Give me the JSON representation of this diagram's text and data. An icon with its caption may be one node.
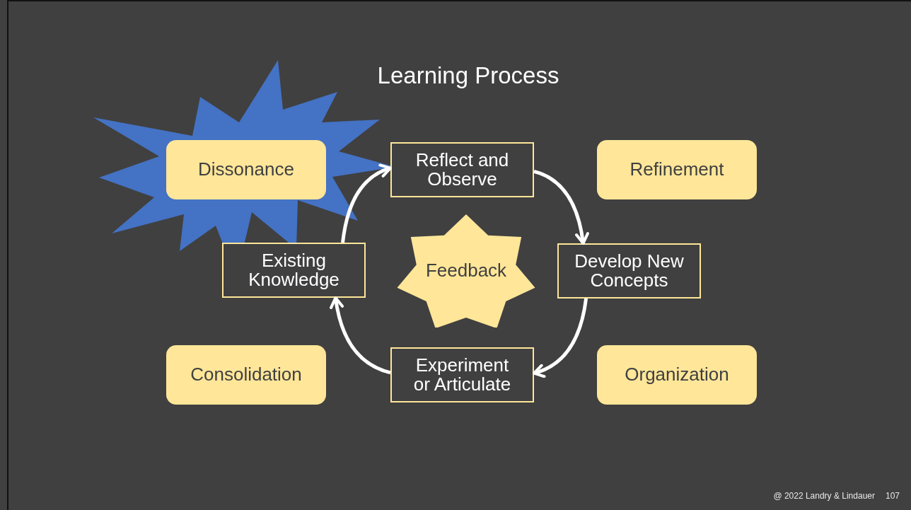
{
  "diagram": {
    "title": "Learning Process",
    "nodes": [
      {
        "text": [
          "Dissonance"
        ]
      },
      {
        "text": [
          "Refinement"
        ]
      },
      {
        "text": [
          "Reflect and Observe"
        ]
      },
      {
        "text": [
          "Existing Knowledge"
        ]
      },
      {
        "text": [
          "Feedback"
        ]
      },
      {
        "text": [
          "Develop New Concepts"
        ]
      },
      {
        "text": [
          "Consolidation"
        ]
      },
      {
        "text": [
          "Experiment or Articulate"
        ]
      },
      {
        "text": [
          "Organization"
        ]
      }
    ],
    "edges": [
      {
        "from": 3,
        "to": 2,
        "arrow": "to"
      },
      {
        "from": 2,
        "to": 5,
        "arrow": "to"
      },
      {
        "from": 5,
        "to": 7,
        "arrow": "to"
      },
      {
        "from": 7,
        "to": 3,
        "arrow": "to"
      }
    ],
    "labels": [
      "@ 2022 Landry & Lindauer",
      "107"
    ]
  }
}
